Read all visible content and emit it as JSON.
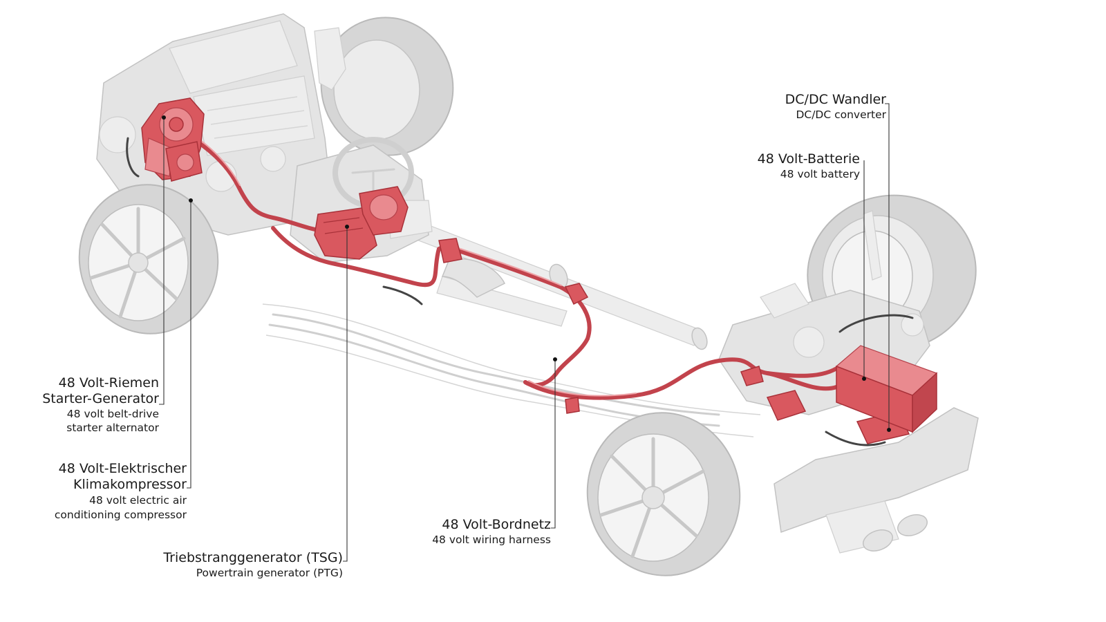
{
  "labels": {
    "rsg": {
      "de_line1": "48 Volt-Riemen",
      "de_line2": "Starter-Generator",
      "en_line1": "48 volt belt-drive",
      "en_line2": "starter alternator"
    },
    "ac": {
      "de_line1": "48 Volt-Elektrischer",
      "de_line2": "Klimakompressor",
      "en_line1": "48 volt electric air",
      "en_line2": "conditioning compressor"
    },
    "tsg": {
      "de": "Triebstranggenerator (TSG)",
      "en": "Powertrain generator (PTG)"
    },
    "harness": {
      "de": "48 Volt-Bordnetz",
      "en": "48 volt wiring harness"
    },
    "dcdc": {
      "de": "DC/DC Wandler",
      "en": "DC/DC converter"
    },
    "battery": {
      "de": "48 Volt-Batterie",
      "en": "48 volt battery"
    }
  },
  "colors": {
    "highlight_red": "#d9585f",
    "chassis_gray": "#e4e4e4",
    "text": "#1a1a1a"
  }
}
